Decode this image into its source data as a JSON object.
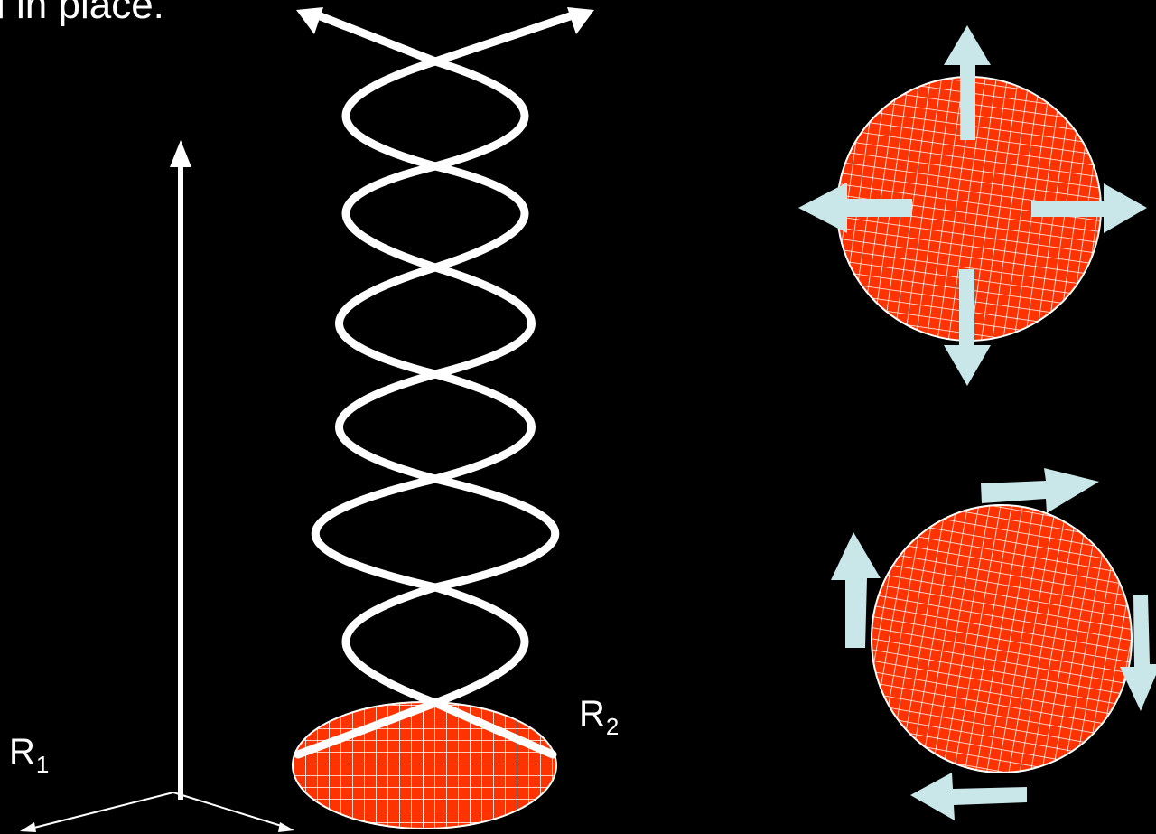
{
  "heading": {
    "text": "l in place."
  },
  "labels": {
    "r1": {
      "main": "R",
      "sub": "1"
    },
    "r2": {
      "main": "R",
      "sub": "2"
    }
  },
  "colors": {
    "background": "#000000",
    "strand": "#ffffff",
    "disc_fill": "#ff3300",
    "disc_grid": "#ffffff",
    "arrow_fill": "#c9e6e8"
  },
  "icons": {
    "helix": "double-helix",
    "axes": "three-axis-coordinate-icon",
    "radial_arrows": "outward-arrow-icon",
    "tangential_arrows": "circular-arrow-icon"
  }
}
